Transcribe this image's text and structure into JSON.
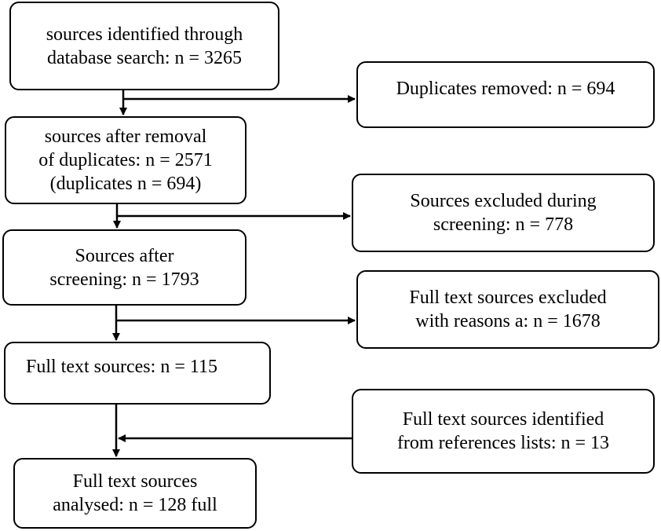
{
  "main_flow": [
    {
      "id": "identified",
      "lines": [
        "sources identified through",
        "database search: n = 3265"
      ]
    },
    {
      "id": "after-duplicates",
      "lines": [
        "sources after removal",
        "of duplicates: n = 2571",
        "(duplicates n =  694)"
      ]
    },
    {
      "id": "after-screening",
      "lines": [
        "Sources after",
        "screening: n = 1793"
      ]
    },
    {
      "id": "full-text",
      "lines": [
        "Full text sources: n = 115"
      ]
    },
    {
      "id": "analysed",
      "lines": [
        "Full text sources",
        "analysed: n = 128 full"
      ]
    }
  ],
  "side_boxes": [
    {
      "id": "duplicates-removed",
      "lines": [
        "Duplicates removed: n = 694"
      ]
    },
    {
      "id": "excluded-screening",
      "lines": [
        "Sources excluded during",
        "screening: n = 778"
      ]
    },
    {
      "id": "excluded-full-text",
      "lines": [
        "Full text sources excluded",
        "with reasons a: n = 1678"
      ]
    },
    {
      "id": "from-references",
      "lines": [
        "Full text sources identified",
        "from references lists: n = 13"
      ]
    }
  ]
}
